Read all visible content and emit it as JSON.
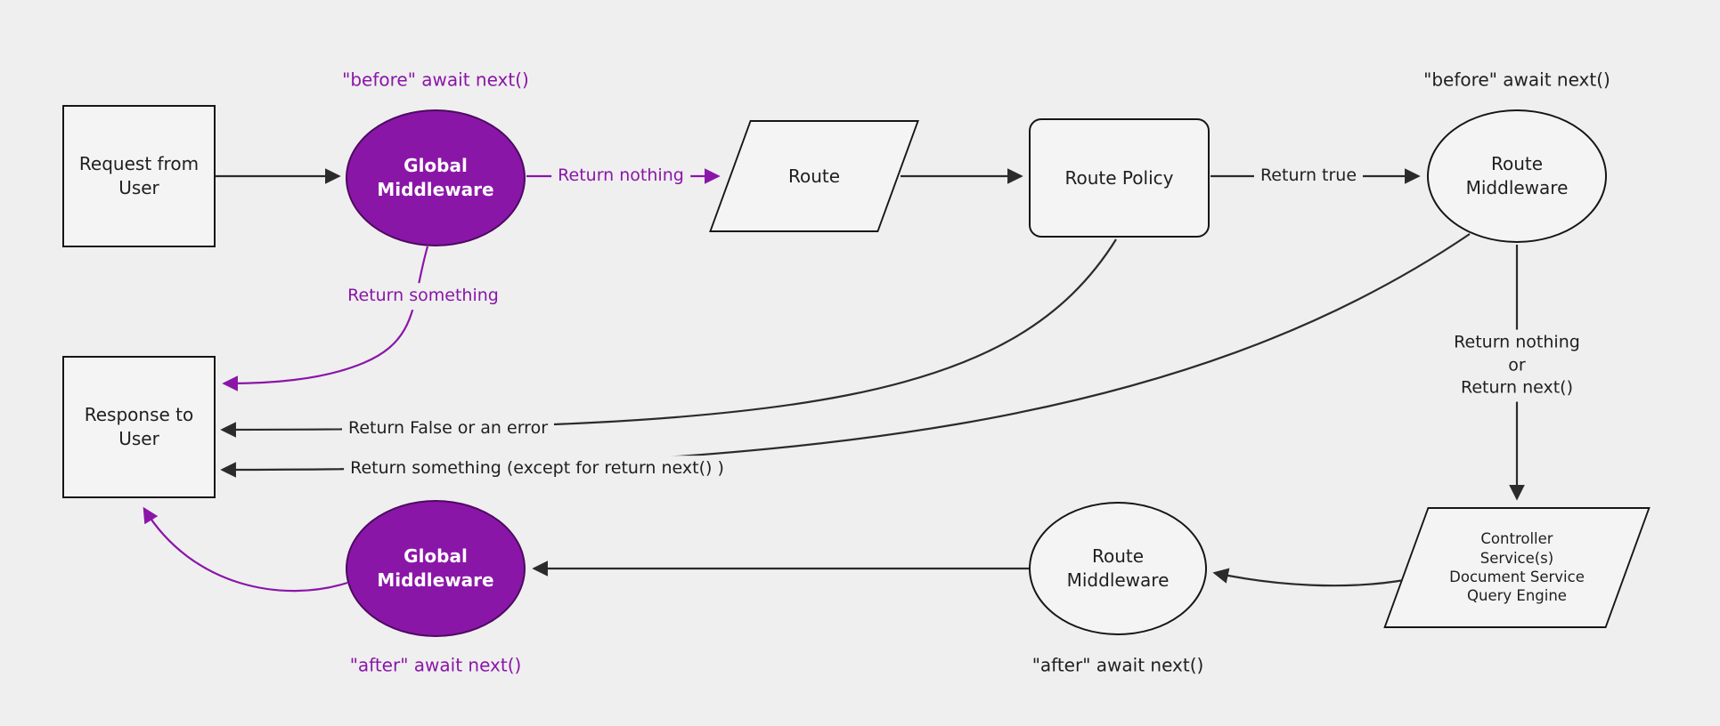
{
  "colors": {
    "background": "#efefef",
    "purple": "#8a16a8",
    "line": "#2b2b2b",
    "node_fill": "#f4f4f4",
    "node_border": "#161616"
  },
  "nodes": {
    "request": {
      "label": "Request from\nUser"
    },
    "global_middleware_top": {
      "label": "Global\nMiddleware"
    },
    "route": {
      "label": "Route"
    },
    "route_policy": {
      "label": "Route Policy"
    },
    "route_middleware_top": {
      "label": "Route\nMiddleware"
    },
    "response": {
      "label": "Response to\nUser"
    },
    "controller": {
      "label": "Controller\nService(s)\nDocument Service\nQuery Engine"
    },
    "route_middleware_bottom": {
      "label": "Route\nMiddleware"
    },
    "global_middleware_bottom": {
      "label": "Global\nMiddleware"
    }
  },
  "labels": {
    "before_await_global": "\"before\" await next()",
    "before_await_route": "\"before\" await next()",
    "return_nothing": "Return nothing",
    "return_true": "Return true",
    "return_something": "Return something",
    "return_false_or_error": "Return False or an error",
    "return_something_except": "Return something (except for return next() )",
    "return_nothing_or_next": "Return nothing\nor\nReturn next()",
    "after_await_route": "\"after\" await next()",
    "after_await_global": "\"after\" await next()"
  }
}
